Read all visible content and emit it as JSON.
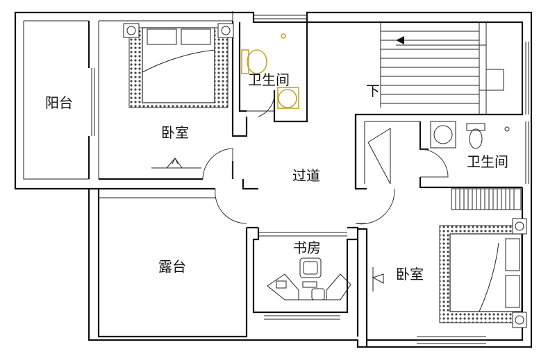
{
  "rooms": {
    "balcony": "阳台",
    "bedroom_left": "卧室",
    "bathroom_top": "卫生间",
    "stair_down": "下",
    "corridor": "过道",
    "bathroom_right": "卫生间",
    "terrace": "露台",
    "study": "书房",
    "bedroom_right": "卧室"
  },
  "colors": {
    "wall": "#111111",
    "fixture": "#c9a227",
    "pattern": "#444444"
  }
}
